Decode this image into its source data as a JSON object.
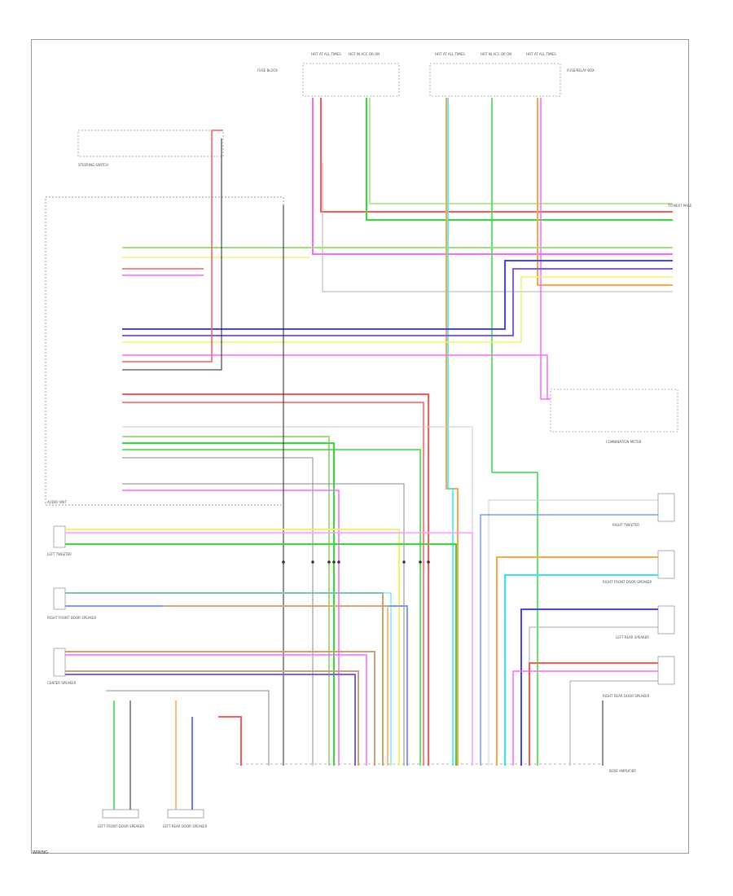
{
  "page_id": "WIRING",
  "colors": {
    "red": "#ff5a5a",
    "green": "#33dd33",
    "light_green": "#9be07a",
    "blue": "#4444ff",
    "purple": "#7a5cff",
    "pink": "#ff66ff",
    "yellow": "#f2f26a",
    "orange": "#ffa64d",
    "cyan": "#33e6f0",
    "grey": "#8a8a8a",
    "black": "#222222",
    "tan": "#c8a276",
    "outline": "#9a9a9a"
  },
  "labels": {
    "fuse_block_1": "HOT AT ALL TIMES",
    "fuse_block_2": "HOT IN ACC OR ON",
    "fuse_block_3": "HOT AT ALL TIMES",
    "fuse_block_4": "HOT IN ACC OR ON",
    "fuse_block_5": "HOT AT ALL TIMES",
    "fuse_caption_left": "FUSE BLOCK",
    "fuse_caption_right": "FUSE/RELAY BOX",
    "audio_unit": "AUDIO UNIT",
    "steering_switch": "STEERING SWITCH",
    "front_door_left": "LEFT TWEETER",
    "front_door_right": "RIGHT FRONT DOOR SPEAKER",
    "center_speaker": "CENTER SPEAKER",
    "left_front_door": "LEFT FRONT DOOR SPEAKER",
    "left_rear_door": "LEFT REAR DOOR SPEAKER",
    "right_tweeter": "RIGHT TWEETER",
    "right_front": "RIGHT FRONT DOOR SPEAKER",
    "left_rear": "LEFT REAR SPEAKER",
    "right_rear": "RIGHT REAR DOOR SPEAKER",
    "combination_meter": "COMBINATION METER",
    "bose_amp": "BOSE AMPLIFIER",
    "to_next": "TO NEXT PAGE"
  }
}
